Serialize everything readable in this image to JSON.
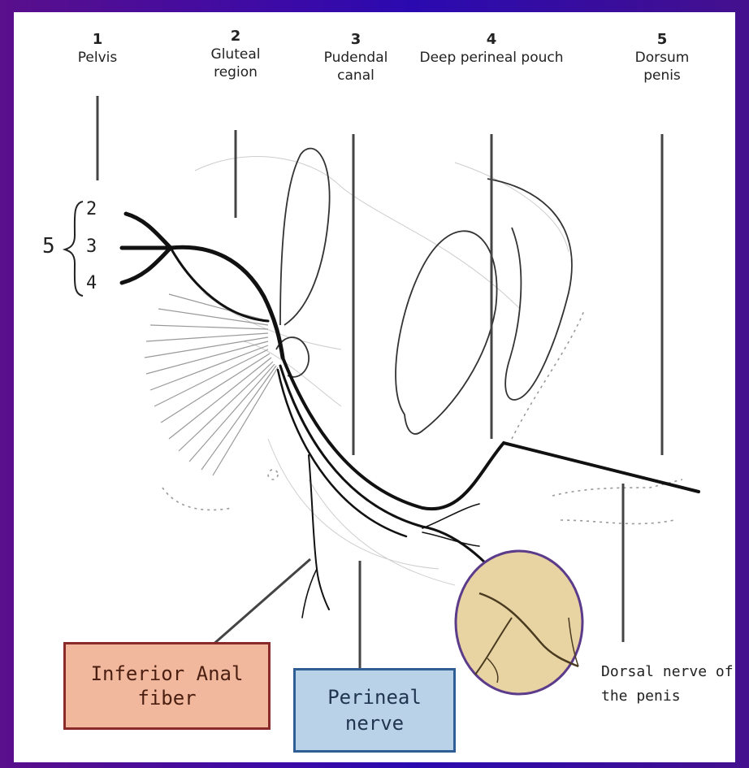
{
  "labels": [
    {
      "num": "1",
      "text": "Pelvis"
    },
    {
      "num": "2",
      "text": "Gluteal region"
    },
    {
      "num": "3",
      "text": "Pudendal canal"
    },
    {
      "num": "4",
      "text": "Deep perineal pouch"
    },
    {
      "num": "5",
      "text": "Dorsum penis"
    }
  ],
  "sacral": {
    "group": "5",
    "roots": [
      "2",
      "3",
      "4"
    ]
  },
  "boxes": {
    "inferior_anal": "Inferior Anal fiber",
    "perineal": "Perineal nerve"
  },
  "dorsal_nerve": "Dorsal nerve of the penis",
  "colors": {
    "background": "#3a0aa8",
    "inferior_anal_fill": "#f2b89d",
    "inferior_anal_border": "#8a2a2a",
    "perineal_fill": "#b9d2e8",
    "perineal_border": "#2f5e94",
    "highlight_circle_fill": "#e8d3a3",
    "highlight_circle_border": "#5b3b8a"
  }
}
